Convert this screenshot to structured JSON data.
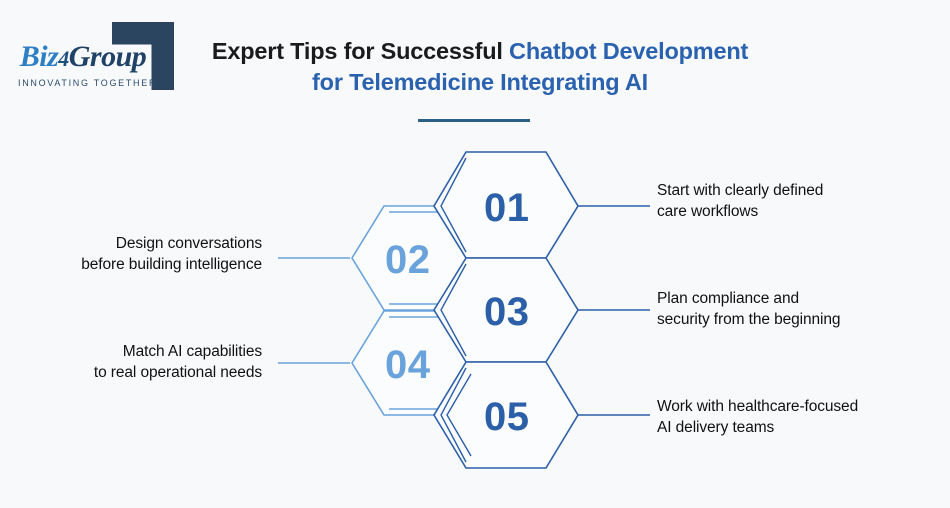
{
  "brand": {
    "name_part1": "Biz",
    "name_part2": "4",
    "name_part3": "Group",
    "tagline": "INNOVATING TOGETHER"
  },
  "heading": {
    "line1_plain": "Expert Tips for Successful ",
    "line1_accent": "Chatbot Development",
    "line2_accent": "for Telemedicine Integrating AI"
  },
  "colors": {
    "background": "#f7f9fb",
    "accent_blue": "#2b62b0",
    "dark_hex": "#2b5fa8",
    "light_hex": "#6aa3dc",
    "rule": "#2c5f86",
    "text": "#111111",
    "logo_dark": "#1f4266",
    "logo_blue": "#2f7fc4"
  },
  "steps": [
    {
      "number": "01",
      "text_line1": "Start with clearly defined",
      "text_line2": "care workflows",
      "side": "right",
      "tone": "dark"
    },
    {
      "number": "02",
      "text_line1": "Design conversations",
      "text_line2": "before building intelligence",
      "side": "left",
      "tone": "light"
    },
    {
      "number": "03",
      "text_line1": "Plan compliance and",
      "text_line2": "security from the beginning",
      "side": "right",
      "tone": "dark"
    },
    {
      "number": "04",
      "text_line1": "Match AI capabilities",
      "text_line2": "to real operational needs",
      "side": "left",
      "tone": "light"
    },
    {
      "number": "05",
      "text_line1": "Work with healthcare-focused",
      "text_line2": "AI delivery teams",
      "side": "right",
      "tone": "dark"
    }
  ]
}
